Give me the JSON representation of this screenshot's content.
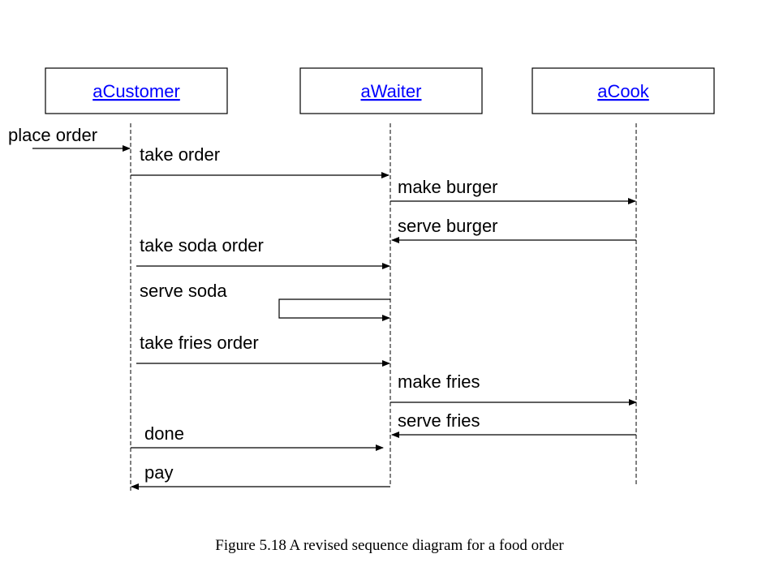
{
  "objects": [
    {
      "label": "aCustomer"
    },
    {
      "label": "aWaiter"
    },
    {
      "label": "aCook"
    }
  ],
  "messages": [
    {
      "label": "place order"
    },
    {
      "label": "take order"
    },
    {
      "label": "make burger"
    },
    {
      "label": "serve burger"
    },
    {
      "label": "take soda order"
    },
    {
      "label": "serve soda"
    },
    {
      "label": "take fries order"
    },
    {
      "label": "make fries"
    },
    {
      "label": "serve fries"
    },
    {
      "label": "done"
    },
    {
      "label": "pay"
    }
  ],
  "caption": "Figure 5.18 A revised sequence diagram for a food order",
  "colors": {
    "object_label": "#0000ff",
    "lines": "#000000"
  }
}
